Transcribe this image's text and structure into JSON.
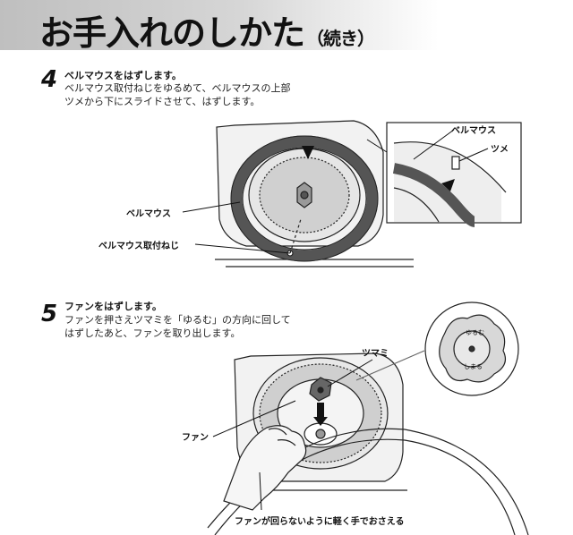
{
  "header": {
    "title": "お手入れのしかた",
    "subtitle": "（続き）"
  },
  "steps": [
    {
      "number": "4",
      "heading": "ベルマウスをはずします。",
      "body": [
        "ベルマウス取付ねじをゆるめて、ベルマウスの上部",
        "ツメから下にスライドさせて、はずします。"
      ],
      "labels": {
        "bellmouth": "ベルマウス",
        "screw": "ベルマウス取付ねじ",
        "inset_bellmouth": "ベルマウス",
        "claw": "ツメ"
      }
    },
    {
      "number": "5",
      "heading": "ファンをはずします。",
      "body": [
        "ファンを押さえツマミを「ゆるむ」の方向に回して",
        "はずしたあと、ファンを取り出します。"
      ],
      "labels": {
        "knob": "ツマミ",
        "fan": "ファン",
        "hold": "ファンが回らないように軽く手でおさえる"
      },
      "knob_text": {
        "loosen": "ゆるむ",
        "tighten": "しまる"
      }
    }
  ]
}
